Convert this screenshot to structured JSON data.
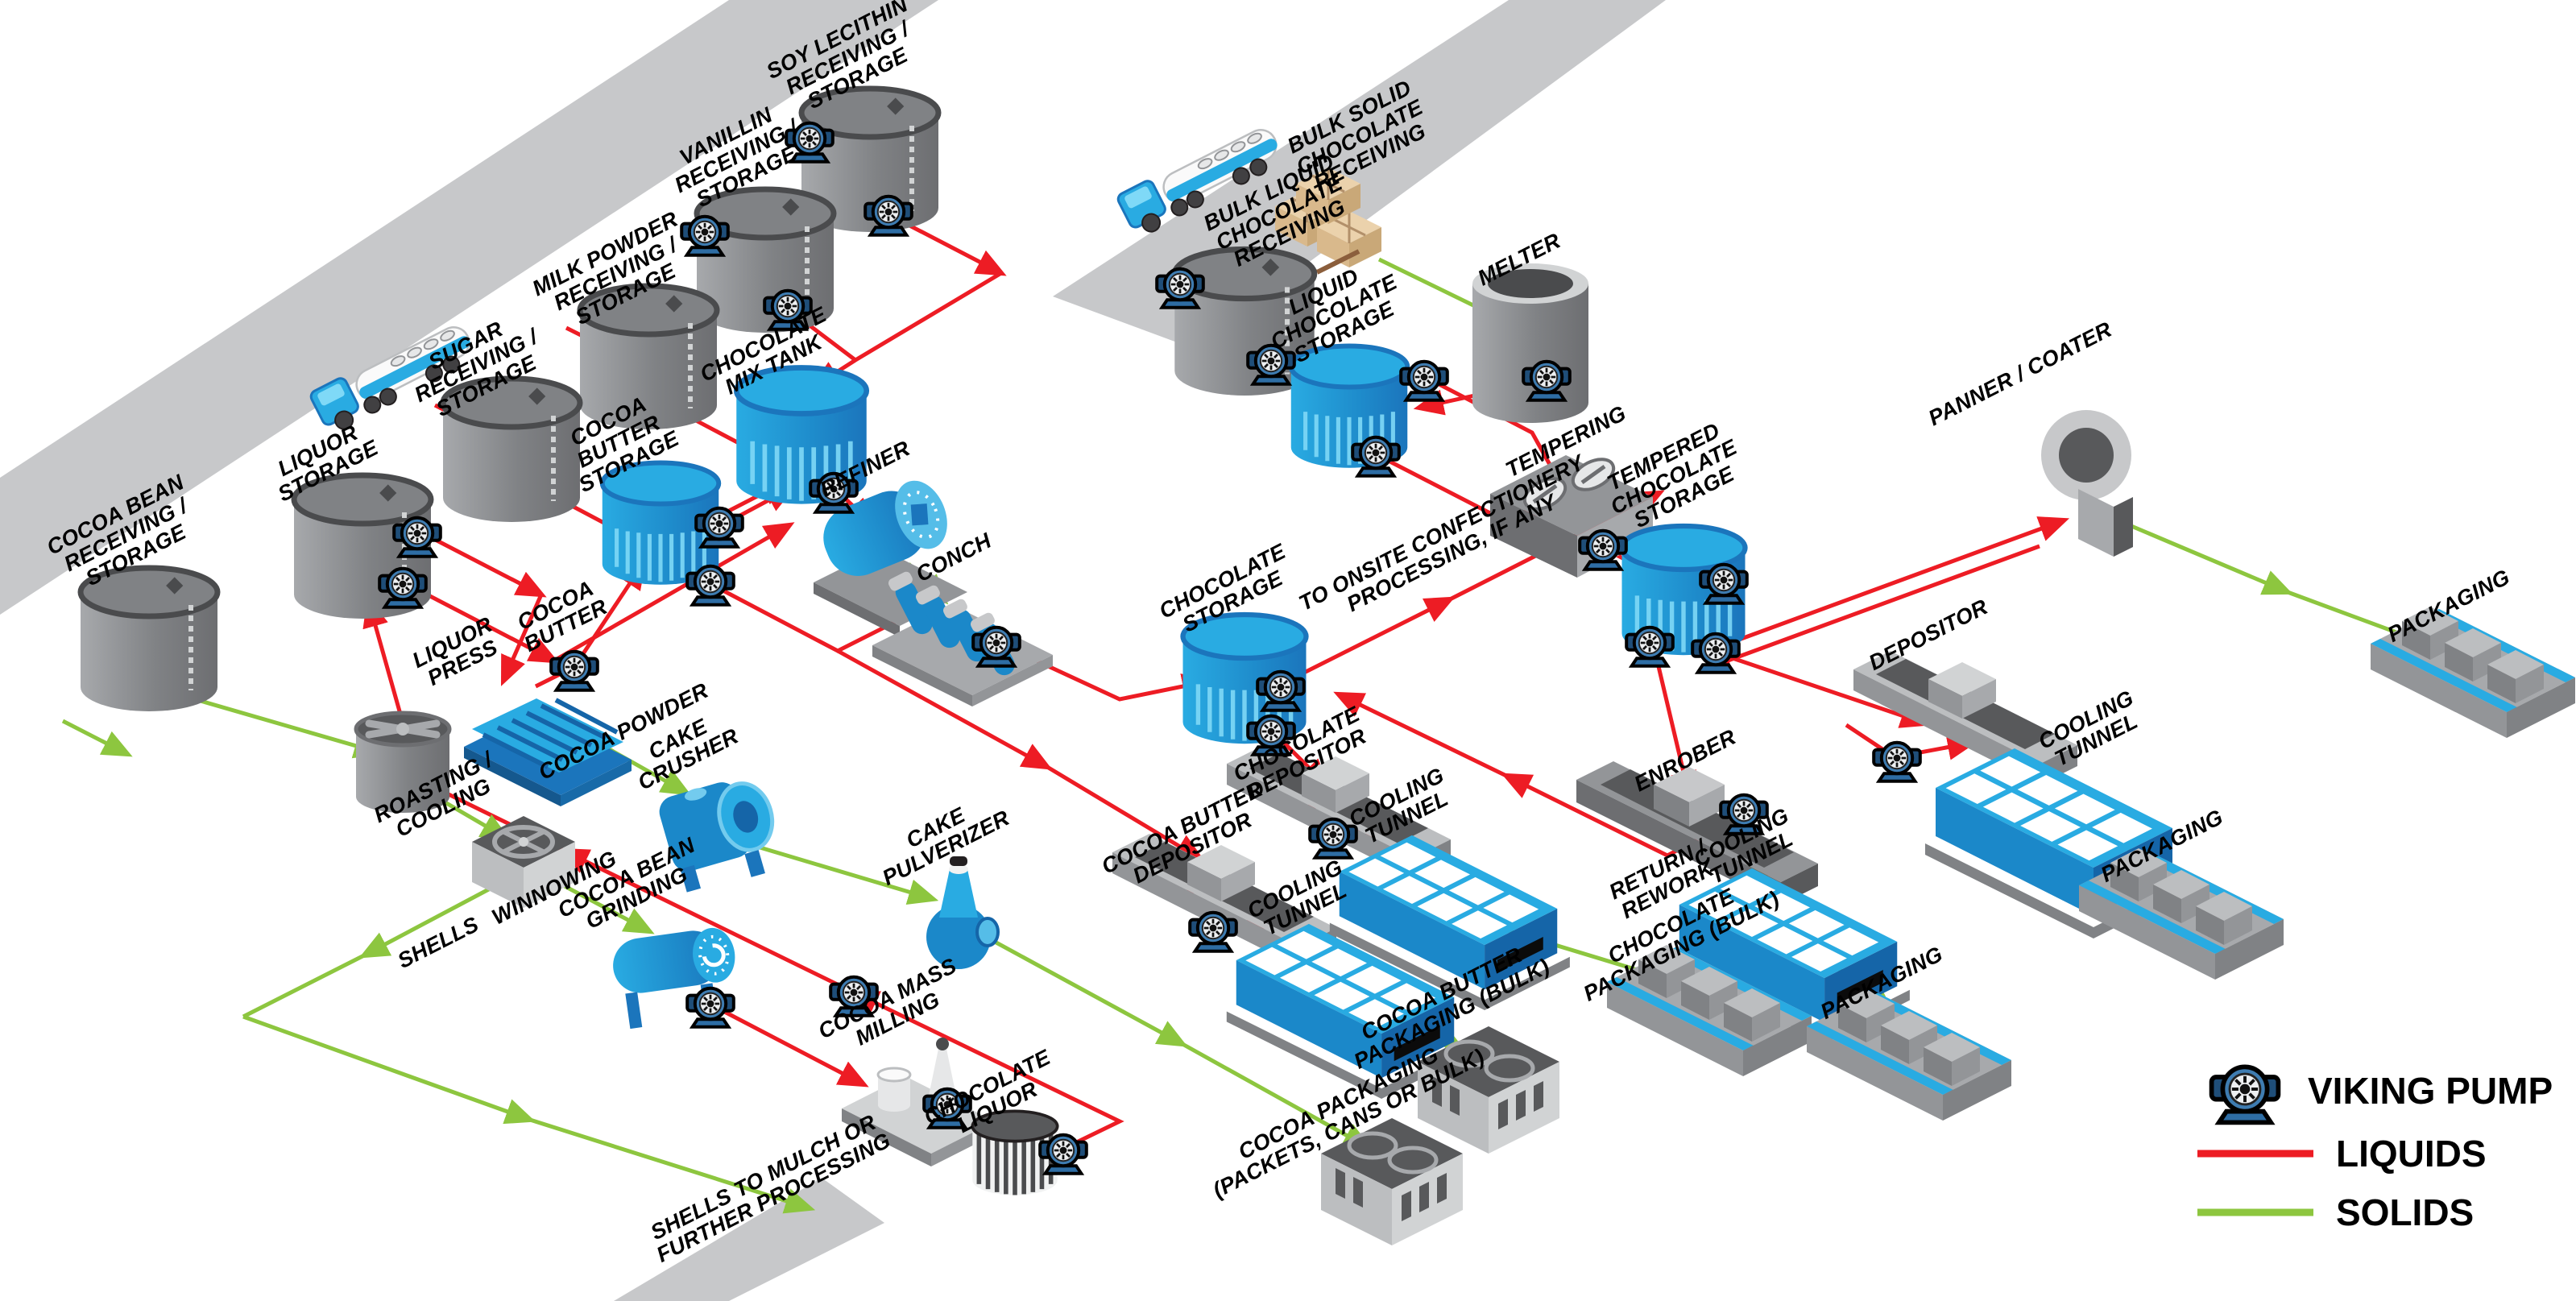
{
  "legend": {
    "pump_label": "VIKING PUMP",
    "liquids_label": "LIQUIDS",
    "solids_label": "SOLIDS"
  },
  "colors": {
    "liquids_line": "#ED1C24",
    "solids_line": "#8DC63F",
    "tank_blue": "#29ABE2",
    "tank_gray": "#808285",
    "road_gray": "#C7C8CA",
    "pump_blue": "#3E7CB1"
  },
  "labels": {
    "cocoa_bean": "COCOA BEAN\nRECEIVING /\nSTORAGE",
    "liquor_storage": "LIQUOR\nSTORAGE",
    "sugar": "SUGAR\nRECEIVING /\nSTORAGE",
    "milk_powder": "MILK POWDER\nRECEIVING /\nSTORAGE",
    "vanillin": "VANILLIN\nRECEIVING /\nSTORAGE",
    "soy_lecithin": "SOY LECITHIN\nRECEIVING /\nSTORAGE",
    "chocolate_mix_tank": "CHOCOLATE\nMIX TANK",
    "cocoa_butter_storage": "COCOA\nBUTTER\nSTORAGE",
    "refiner": "REFINER",
    "conch": "CONCH",
    "chocolate_storage": "CHOCOLATE\nSTORAGE",
    "bulk_liquid": "BULK LIQUID\nCHOCOLATE\nRECEIVING",
    "bulk_solid": "BULK SOLID\nCHOCOLATE\nRECEIVING",
    "melter": "MELTER",
    "liquid_chocolate_storage": "LIQUID\nCHOCOLATE\nSTORAGE",
    "tempering": "TEMPERING",
    "tempered": "TEMPERED\nCHOCOLATE\nSTORAGE",
    "panner": "PANNER / COATER",
    "to_onsite": "TO ONSITE CONFECTIONERY\nPROCESSING, IF ANY",
    "depositor": "DEPOSITOR",
    "cooling_tunnel": "COOLING\nTUNNEL",
    "packaging": "PACKAGING",
    "enrober": "ENROBER",
    "return_rework": "RETURN /\nREWORK",
    "chocolate_packaging_bulk": "CHOCOLATE\nPACKAGING (BULK)",
    "cocoa_butter_depositor": "COCOA BUTTER\nDEPOSITOR",
    "chocolate_depositor": "CHOCOLATE\nDEPOSITOR",
    "cocoa_butter_packaging": "COCOA BUTTER\nPACKAGING (BULK)",
    "cocoa_packaging": "COCOA PACKAGING\n(PACKETS, CANS OR BULK)",
    "liquor_press": "LIQUOR\nPRESS",
    "cocoa_butter_small": "COCOA\nBUTTER",
    "cocoa_powder": "COCOA POWDER",
    "cake_crusher": "CAKE\nCRUSHER",
    "cake_pulverizer": "CAKE\nPULVERIZER",
    "cocoa_bean_grinding": "COCOA BEAN\nGRINDING",
    "cocoa_mass_milling": "COCOA MASS\nMILLING",
    "chocolate_liquor": "CHOCOLATE\nLIQUOR",
    "roasting": "ROASTING /\nCOOLING",
    "winnowing": "WINNOWING",
    "shells": "SHELLS",
    "shells_mulch": "SHELLS TO MULCH OR\nFURTHER PROCESSING"
  },
  "flows": [
    {
      "from": "Tanker truck (road)",
      "to": "Sugar Receiving / Storage",
      "type": "liquids"
    },
    {
      "from": "Tanker truck (road)",
      "to": "Milk Powder Receiving / Storage",
      "type": "liquids"
    },
    {
      "from": "Tanker truck (road)",
      "to": "Vanillin Receiving / Storage",
      "type": "liquids"
    },
    {
      "from": "Tanker truck (road)",
      "to": "Soy Lecithin Receiving / Storage",
      "type": "liquids"
    },
    {
      "from": "Sugar / Milk / Vanillin / Soy Lecithin",
      "to": "Chocolate Mix Tank",
      "type": "liquids"
    },
    {
      "from": "Liquor Storage",
      "to": "Liquor Press",
      "type": "liquids"
    },
    {
      "from": "Liquor Storage",
      "to": "Chocolate Mix Tank",
      "type": "liquids"
    },
    {
      "from": "Liquor Press",
      "to": "Cocoa Butter Storage",
      "type": "liquids"
    },
    {
      "from": "Liquor Press",
      "to": "Cake Crusher (cocoa powder)",
      "type": "solids"
    },
    {
      "from": "Cake Crusher",
      "to": "Cake Pulverizer",
      "type": "solids"
    },
    {
      "from": "Cake Pulverizer",
      "to": "Cocoa Packaging (Packets, Cans or Bulk)",
      "type": "solids"
    },
    {
      "from": "Cocoa Butter Storage",
      "to": "Chocolate Mix Tank",
      "type": "liquids"
    },
    {
      "from": "Cocoa Butter Storage",
      "to": "Conch",
      "type": "liquids"
    },
    {
      "from": "Cocoa Butter Storage",
      "to": "Cocoa Butter Depositor",
      "type": "liquids"
    },
    {
      "from": "Chocolate Mix Tank",
      "to": "Refiner",
      "type": "liquids"
    },
    {
      "from": "Refiner",
      "to": "Conch",
      "type": "solids"
    },
    {
      "from": "Conch",
      "to": "Chocolate Storage",
      "type": "liquids"
    },
    {
      "from": "Chocolate Storage",
      "to": "Onsite Confectionery Processing, if any",
      "type": "liquids"
    },
    {
      "from": "Chocolate Storage",
      "to": "Chocolate Depositor",
      "type": "liquids"
    },
    {
      "from": "Road (truck)",
      "to": "Bulk Liquid Chocolate Receiving",
      "type": "liquids"
    },
    {
      "from": "Road (truck)",
      "to": "Bulk Solid Chocolate Receiving",
      "type": "solids"
    },
    {
      "from": "Bulk Solid Chocolate Receiving",
      "to": "Melter",
      "type": "solids"
    },
    {
      "from": "Melter",
      "to": "Liquid Chocolate Storage",
      "type": "liquids"
    },
    {
      "from": "Bulk Liquid Chocolate Receiving",
      "to": "Liquid Chocolate Storage",
      "type": "liquids"
    },
    {
      "from": "Liquid Chocolate Storage",
      "to": "Tempering",
      "type": "liquids"
    },
    {
      "from": "Tempering",
      "to": "Tempered Chocolate Storage",
      "type": "liquids"
    },
    {
      "from": "Tempered Chocolate Storage",
      "to": "Panner / Coater",
      "type": "liquids"
    },
    {
      "from": "Tempered Chocolate Storage",
      "to": "Depositor",
      "type": "liquids"
    },
    {
      "from": "Tempered Chocolate Storage",
      "to": "Enrober",
      "type": "liquids"
    },
    {
      "from": "Enrober",
      "to": "Chocolate Storage (return / rework)",
      "type": "liquids"
    },
    {
      "from": "Panner / Coater",
      "to": "Packaging",
      "type": "solids"
    },
    {
      "from": "Depositor",
      "to": "Cooling Tunnel",
      "type": "solids"
    },
    {
      "from": "Cooling Tunnel",
      "to": "Packaging",
      "type": "solids"
    },
    {
      "from": "Enrober",
      "to": "Cooling Tunnel",
      "type": "solids"
    },
    {
      "from": "Chocolate Depositor",
      "to": "Cooling Tunnel",
      "type": "solids"
    },
    {
      "from": "Cooling Tunnel",
      "to": "Chocolate Packaging (Bulk)",
      "type": "solids"
    },
    {
      "from": "Cocoa Butter Depositor",
      "to": "Cooling Tunnel",
      "type": "solids"
    },
    {
      "from": "Cooling Tunnel",
      "to": "Cocoa Butter Packaging (Bulk)",
      "type": "solids"
    },
    {
      "from": "Road (truck)",
      "to": "Cocoa Bean Receiving / Storage",
      "type": "solids"
    },
    {
      "from": "Cocoa Bean Receiving / Storage",
      "to": "Roasting / Cooling",
      "type": "solids"
    },
    {
      "from": "Roasting / Cooling",
      "to": "Winnowing",
      "type": "solids"
    },
    {
      "from": "Winnowing",
      "to": "Shells to Mulch or Further Processing",
      "type": "solids"
    },
    {
      "from": "Winnowing",
      "to": "Cocoa Bean Grinding",
      "type": "solids"
    },
    {
      "from": "Cocoa Bean Grinding",
      "to": "Cocoa Mass Milling",
      "type": "liquids"
    },
    {
      "from": "Cocoa Mass Milling",
      "to": "Chocolate Liquor",
      "type": "liquids"
    },
    {
      "from": "Chocolate Liquor",
      "to": "Liquor Storage",
      "type": "liquids"
    }
  ]
}
